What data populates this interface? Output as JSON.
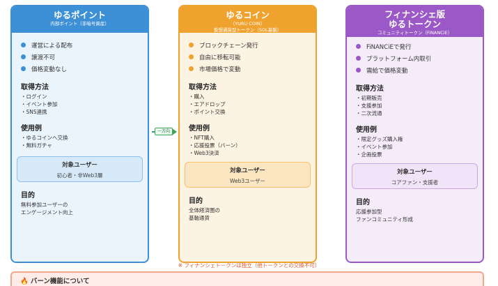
{
  "cards": {
    "points": {
      "title": "ゆるポイント",
      "subtitle": "内部ポイント（非暗号資産）",
      "features": [
        "運営による配布",
        "譲渡不可",
        "価格変動なし"
      ],
      "acquire_title": "取得方法",
      "acquire": [
        "・ログイン",
        "・イベント参加",
        "・SNS連携"
      ],
      "use_title": "使用例",
      "use": [
        "・ゆるコインへ交換",
        "・無料ガチャ"
      ],
      "target_title": "対象ユーザー",
      "target": "初心者・非Web3層",
      "purpose_title": "目的",
      "purpose": [
        "無料参加ユーザーの",
        "エンゲージメント向上"
      ]
    },
    "coin": {
      "title": "ゆるコイン",
      "subtitle1": "（YURU COIN）",
      "subtitle2": "仮想通貨型トークン（SOL基盤）",
      "features": [
        "ブロックチェーン発行",
        "自由に移転可能",
        "市場価格で変動"
      ],
      "acquire_title": "取得方法",
      "acquire": [
        "・購入",
        "・エアドロップ",
        "・ポイント交換"
      ],
      "use_title": "使用例",
      "use": [
        "・NFT購入",
        "・応援投票（バーン）",
        "・Web3決済"
      ],
      "target_title": "対象ユーザー",
      "target": "Web3ユーザー",
      "purpose_title": "目的",
      "purpose": [
        "全体経済圏の",
        "基軸通貨"
      ]
    },
    "fin": {
      "title1": "フィナンシェ版",
      "title2": "ゆるトークン",
      "subtitle": "コミュニティトークン（FiNANCiE）",
      "features": [
        "FiNANCiEで発行",
        "プラットフォーム内取引",
        "需給で価格変動"
      ],
      "acquire_title": "取得方法",
      "acquire": [
        "・初期販売",
        "・支援参加",
        "・二次流通"
      ],
      "use_title": "使用例",
      "use": [
        "・限定グッズ購入権",
        "・イベント参加",
        "・企画投票"
      ],
      "target_title": "対象ユーザー",
      "target": "コアファン・支援者",
      "purpose_title": "目的",
      "purpose": [
        "応援参加型",
        "ファンコミュニティ形成"
      ]
    }
  },
  "arrow_label": "一方向",
  "note": "※ フィナンシェトークンは独立（他トークンとの交換不可）",
  "burn_icon": "🔥",
  "burn_title": "バーン機能について",
  "colors": {
    "points": "#3d8fd6",
    "coin": "#f0a22e",
    "fin": "#9b59c7",
    "arrow": "#3aa65a",
    "note": "#e05a2b"
  }
}
